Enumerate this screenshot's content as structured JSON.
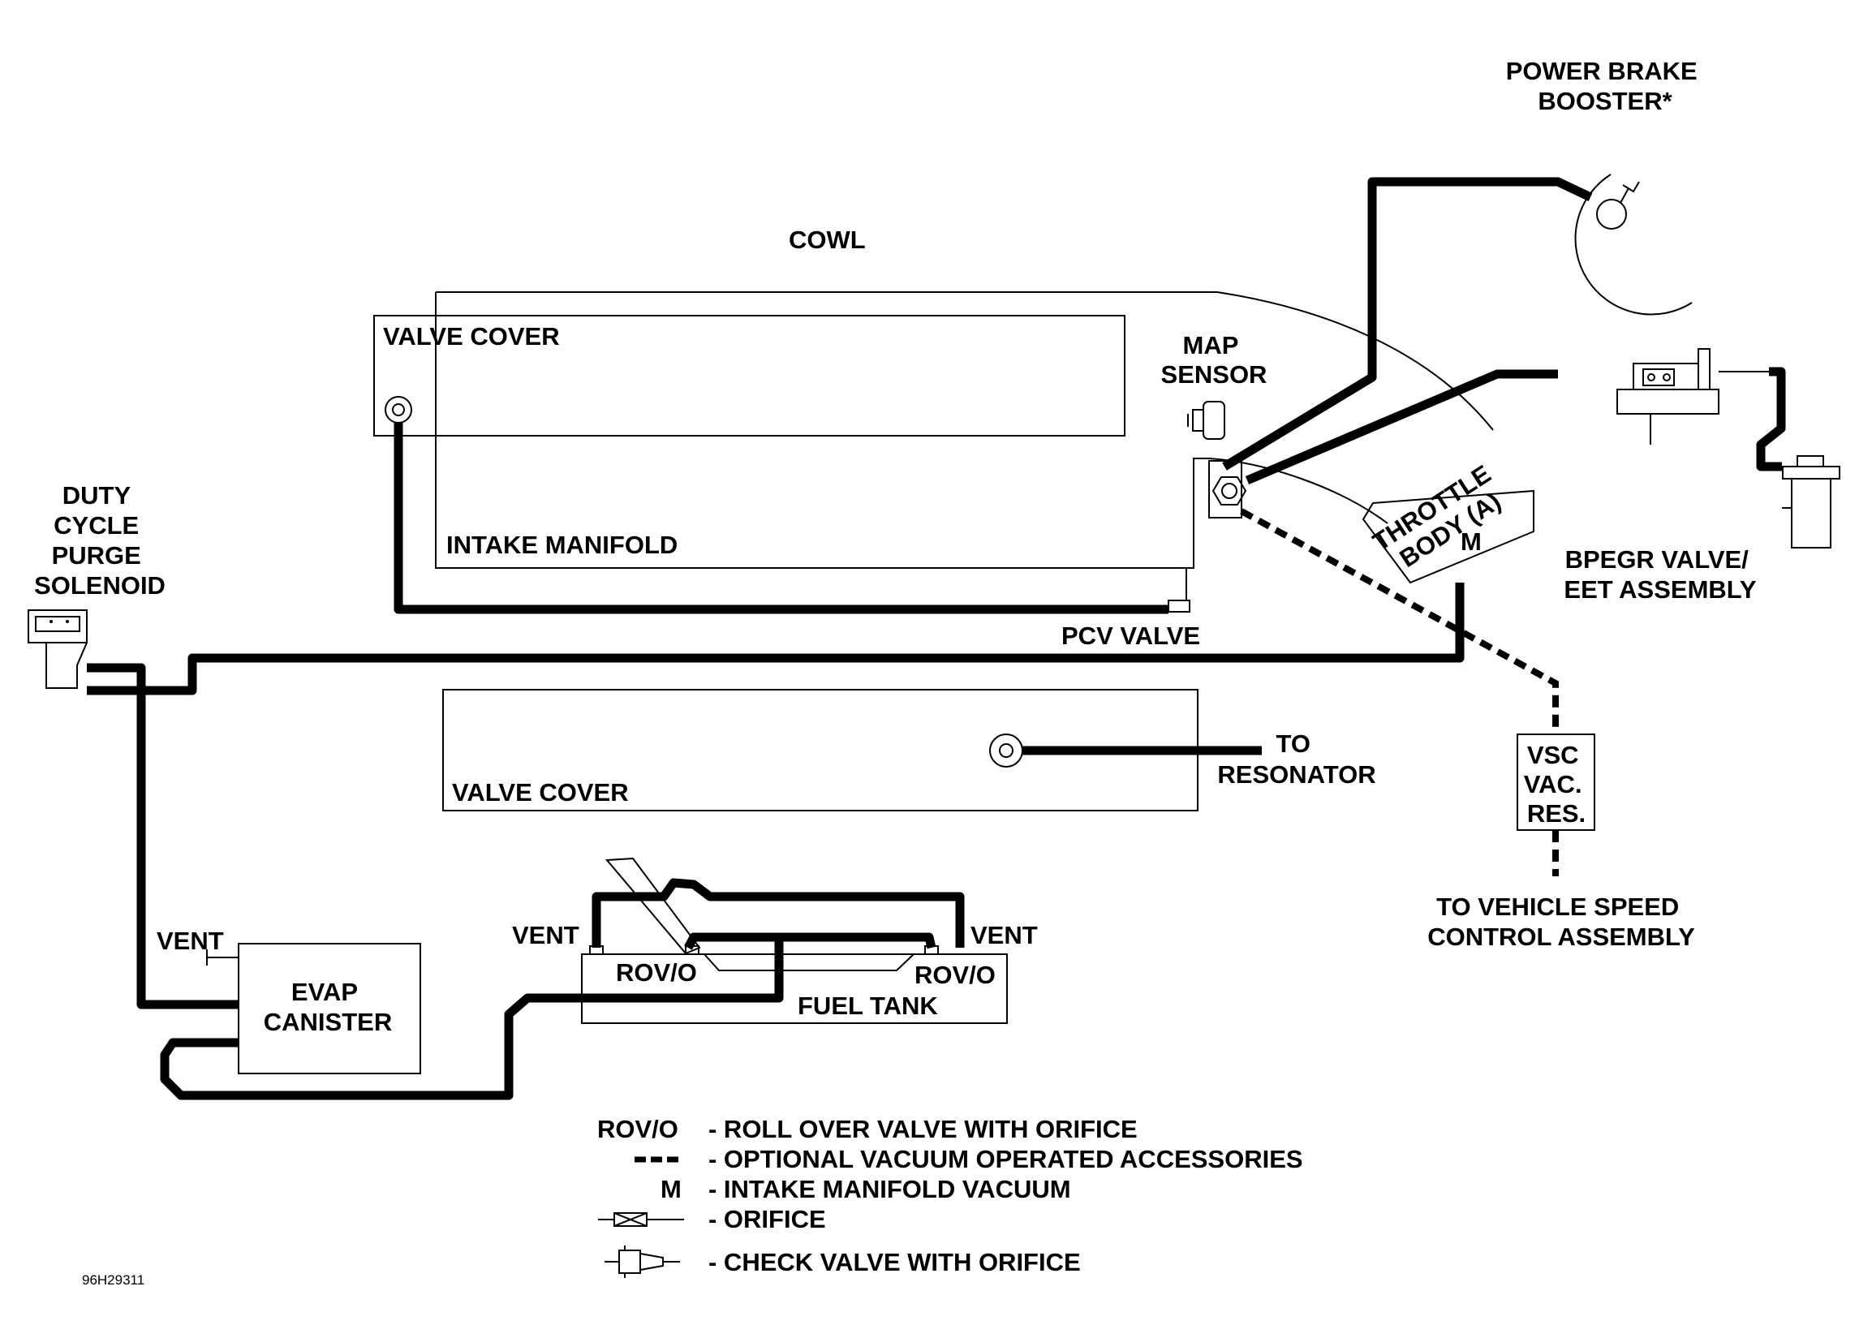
{
  "labels": {
    "cowl": "COWL",
    "power_brake_booster": [
      "POWER BRAKE",
      "BOOSTER*"
    ],
    "valve_cover_upper": "VALVE COVER",
    "map_sensor": [
      "MAP",
      "SENSOR"
    ],
    "intake_manifold": "INTAKE MANIFOLD",
    "throttle_body": [
      "THROTTLE",
      "BODY (A)"
    ],
    "manifold_port": "M",
    "duty_cycle_purge_solenoid": [
      "DUTY",
      "CYCLE",
      "PURGE",
      "SOLENOID"
    ],
    "bpegr_valve": [
      "BPEGR VALVE/",
      "EET ASSEMBLY"
    ],
    "pcv_valve": "PCV VALVE",
    "valve_cover_lower": "VALVE COVER",
    "to_resonator": [
      "TO",
      "RESONATOR"
    ],
    "vsc_vac_res": [
      "VSC",
      "VAC.",
      "RES."
    ],
    "to_vehicle_speed_control": [
      "TO VEHICLE SPEED",
      "CONTROL ASSEMBLY"
    ],
    "vent_canister": "VENT",
    "vent_tank_left": "VENT",
    "vent_tank_right": "VENT",
    "evap_canister": [
      "EVAP",
      "CANISTER"
    ],
    "rov_left": "ROV/O",
    "rov_right": "ROV/O",
    "fuel_tank": "FUEL TANK",
    "figure_id": "96H29311"
  },
  "legend": [
    {
      "symbol": "ROV/O",
      "text": "- ROLL OVER VALVE WITH ORIFICE"
    },
    {
      "symbol": "dashed-line",
      "text": "- OPTIONAL VACUUM OPERATED ACCESSORIES"
    },
    {
      "symbol": "M",
      "text": "- INTAKE MANIFOLD VACUUM"
    },
    {
      "symbol": "orifice-symbol",
      "text": "- ORIFICE"
    },
    {
      "symbol": "check-valve-symbol",
      "text": "- CHECK VALVE WITH ORIFICE"
    }
  ]
}
